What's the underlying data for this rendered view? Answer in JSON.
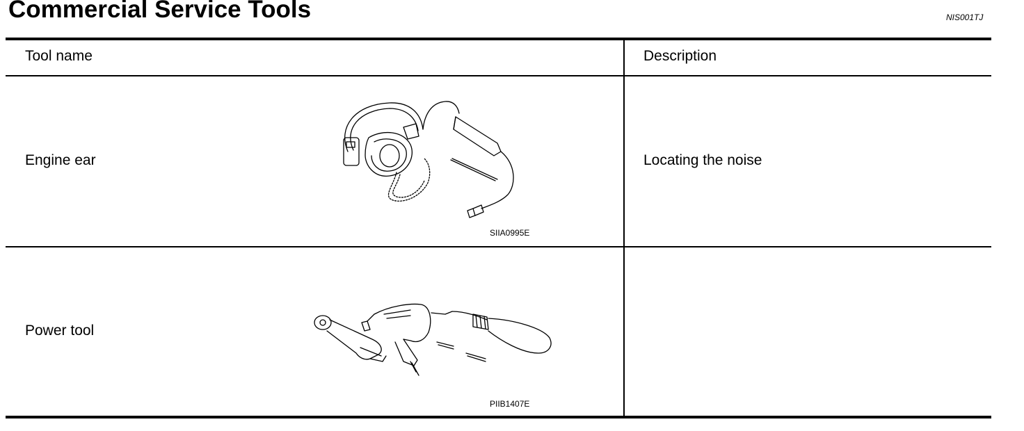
{
  "page": {
    "title": "Commercial Service Tools",
    "section_code": "NIS001TJ"
  },
  "table": {
    "headers": {
      "tool_name": "Tool name",
      "description": "Description"
    },
    "rows": [
      {
        "tool_name": "Engine ear",
        "figure_code": "SIIA0995E",
        "description": "Locating the noise"
      },
      {
        "tool_name": "Power tool",
        "figure_code": "PIIB1407E",
        "description": ""
      }
    ]
  }
}
